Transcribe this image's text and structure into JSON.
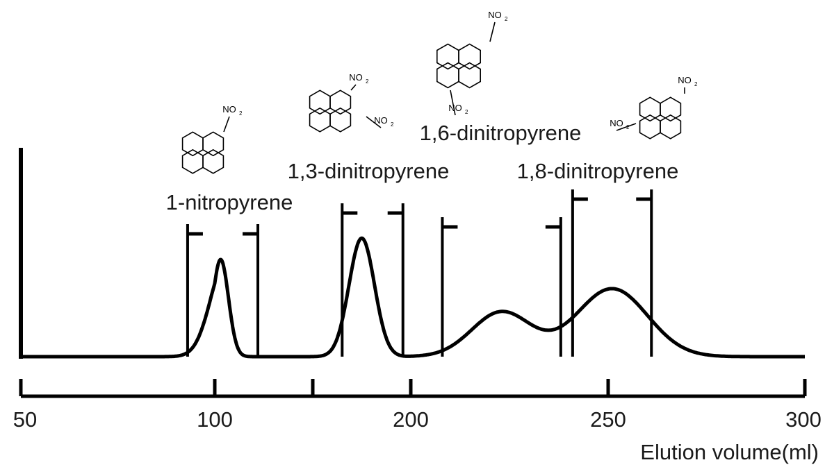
{
  "chart_data": {
    "type": "line",
    "x_axis": {
      "ticks": [
        50,
        100,
        200,
        250,
        300
      ],
      "minor_ticks": [
        150
      ],
      "range": [
        50,
        300
      ],
      "label": "Elution volume(ml)"
    },
    "y_axis": {
      "shown": true,
      "ticks": [],
      "label": ""
    },
    "grid": false,
    "baseline": 0,
    "peaks": [
      {
        "label": "1-nitropyrene",
        "center": 103,
        "height": 0.5,
        "width": 4.0,
        "fraction": [
          93,
          122
        ]
      },
      {
        "label": "1,3-dinitropyrene",
        "center": 175,
        "height": 0.61,
        "width": 6.5,
        "fraction": [
          165,
          196
        ]
      },
      {
        "label": "1,6-dinitropyrene",
        "center": 223,
        "height": 0.23,
        "width": 7.5,
        "fraction": [
          208,
          238
        ]
      },
      {
        "label": "1,8-dinitropyrene",
        "center": 251,
        "height": 0.35,
        "width": 9.0,
        "fraction": [
          241,
          261
        ]
      }
    ],
    "structure_label": "NO"
  }
}
